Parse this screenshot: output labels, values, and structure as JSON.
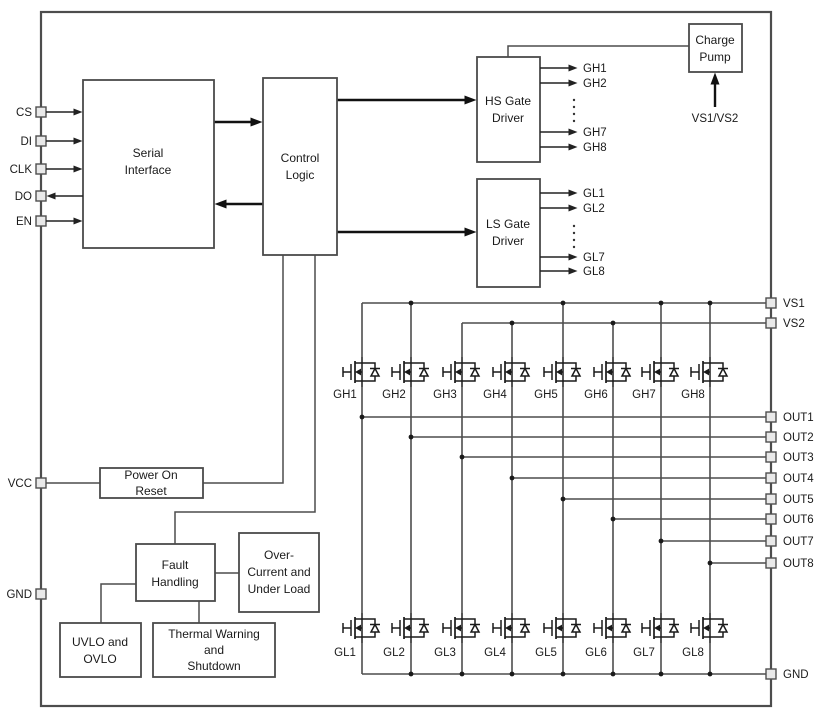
{
  "blocks": {
    "serial_interface": {
      "lines": [
        "Serial",
        "Interface"
      ]
    },
    "control_logic": {
      "lines": [
        "Control",
        "Logic"
      ]
    },
    "hs_gate_driver": {
      "lines": [
        "HS Gate",
        "Driver"
      ]
    },
    "ls_gate_driver": {
      "lines": [
        "LS Gate",
        "Driver"
      ]
    },
    "charge_pump": {
      "lines": [
        "Charge",
        "Pump"
      ]
    },
    "power_on_reset": {
      "lines": [
        "Power On",
        "Reset"
      ]
    },
    "fault_handling": {
      "lines": [
        "Fault",
        "Handling"
      ]
    },
    "over_current": {
      "lines": [
        "Over-",
        "Current and",
        "Under Load"
      ]
    },
    "uvlo": {
      "lines": [
        "UVLO and",
        "OVLO"
      ]
    },
    "thermal": {
      "lines": [
        "Thermal Warning",
        "and",
        "Shutdown"
      ]
    }
  },
  "pins": {
    "left": [
      "CS",
      "DI",
      "CLK",
      "DO",
      "EN",
      "VCC",
      "GND"
    ],
    "right": [
      "VS1",
      "VS2",
      "OUT1",
      "OUT2",
      "OUT3",
      "OUT4",
      "OUT5",
      "OUT6",
      "OUT7",
      "OUT8",
      "GND"
    ]
  },
  "signals": {
    "hs_outputs": [
      "GH1",
      "GH2",
      "GH7",
      "GH8"
    ],
    "ls_outputs": [
      "GL1",
      "GL2",
      "GL7",
      "GL8"
    ],
    "charge_pump_supply": "VS1/VS2"
  },
  "mosfets": {
    "high_side": [
      "GH1",
      "GH2",
      "GH3",
      "GH4",
      "GH5",
      "GH6",
      "GH7",
      "GH8"
    ],
    "low_side": [
      "GL1",
      "GL2",
      "GL3",
      "GL4",
      "GL5",
      "GL6",
      "GL7",
      "GL8"
    ]
  },
  "colors": {
    "wire": "#4d4d4d",
    "arrow": "#111111",
    "pin_fill": "#e9e9e9",
    "text": "#1a1a1a"
  }
}
